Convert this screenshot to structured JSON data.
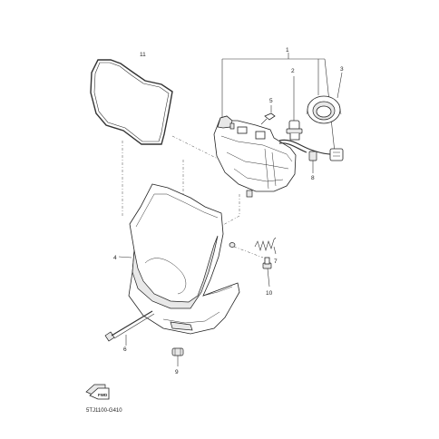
{
  "diagram": {
    "callouts": [
      "1",
      "2",
      "3",
      "4",
      "5",
      "6",
      "7",
      "8",
      "9",
      "10",
      "11"
    ],
    "figure_code": "5TJ1100-G410",
    "front_badge": "FWD"
  }
}
